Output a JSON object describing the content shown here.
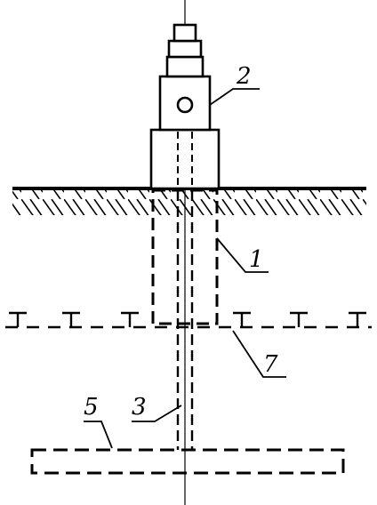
{
  "diagram": {
    "callouts": [
      {
        "id": "1",
        "text": "1"
      },
      {
        "id": "2",
        "text": "2"
      },
      {
        "id": "3",
        "text": "3"
      },
      {
        "id": "5",
        "text": "5"
      },
      {
        "id": "7",
        "text": "7"
      }
    ]
  },
  "colors": {
    "ink": "#000000",
    "background": "#ffffff"
  }
}
